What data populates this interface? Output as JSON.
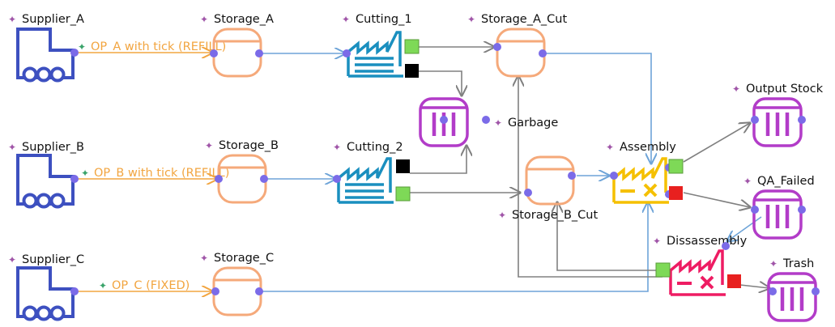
{
  "colors": {
    "supplier": "#3d50c0",
    "storage": "#f5a97a",
    "cutting": "#1a8fbf",
    "sink": "#b23cc8",
    "assembly": "#f5c000",
    "disassembly": "#ee1c63",
    "port": "#7b6be8",
    "op_line": "#f2a540",
    "gray_line": "#808080",
    "blue_line": "#6ea4d8",
    "port_green": "#7ed957",
    "port_black": "#000000",
    "port_red": "#e8201f"
  },
  "nodes": {
    "supplier_a": {
      "label": "Supplier_A",
      "icon": "truck-icon"
    },
    "supplier_b": {
      "label": "Supplier_B",
      "icon": "truck-icon"
    },
    "supplier_c": {
      "label": "Supplier_C",
      "icon": "truck-icon"
    },
    "storage_a": {
      "label": "Storage_A",
      "icon": "storage-icon"
    },
    "storage_b": {
      "label": "Storage_B",
      "icon": "storage-icon"
    },
    "storage_c": {
      "label": "Storage_C",
      "icon": "storage-icon"
    },
    "cutting_1": {
      "label": "Cutting_1",
      "icon": "factory-icon"
    },
    "cutting_2": {
      "label": "Cutting_2",
      "icon": "factory-icon"
    },
    "storage_a_cut": {
      "label": "Storage_A_Cut",
      "icon": "storage-icon"
    },
    "storage_b_cut": {
      "label": "Storage_B_Cut",
      "icon": "storage-icon"
    },
    "garbage": {
      "label": "Garbage",
      "icon": "bin-icon"
    },
    "assembly": {
      "label": "Assembly",
      "icon": "assembly-icon"
    },
    "output_stock": {
      "label": "Output Stock",
      "icon": "bin-icon"
    },
    "qa_failed": {
      "label": "QA_Failed",
      "icon": "bin-icon"
    },
    "disassembly": {
      "label": "Dissassembly",
      "icon": "disassembly-icon"
    },
    "trash": {
      "label": "Trash",
      "icon": "bin-icon"
    }
  },
  "operators": {
    "op_a": {
      "label": "OP_A with tick  (REFILL)"
    },
    "op_b": {
      "label": "OP_B with tick  (REFILL)"
    },
    "op_c": {
      "label": "OP_C (FIXED)"
    }
  },
  "marker_glyph": "✦"
}
